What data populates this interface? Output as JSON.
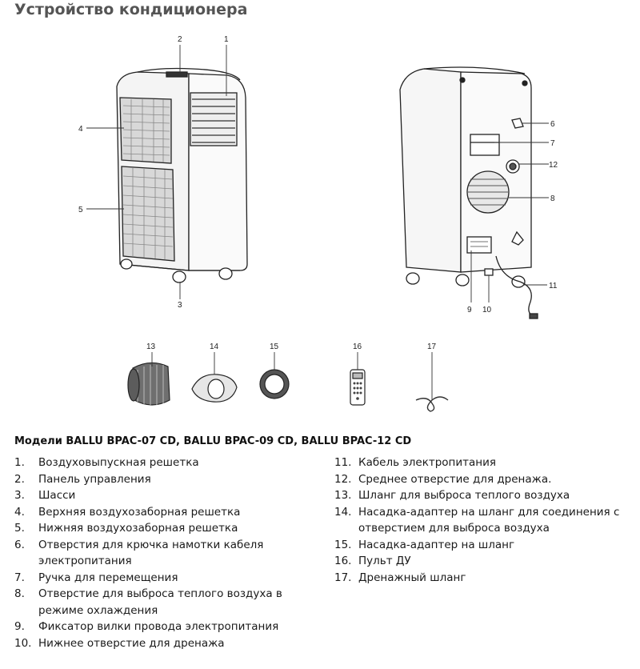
{
  "title": "Устройство кондиционера",
  "callouts": {
    "c1": "1",
    "c2": "2",
    "c3": "3",
    "c4": "4",
    "c5": "5",
    "c6": "6",
    "c7": "7",
    "c8": "8",
    "c9": "9",
    "c10": "10",
    "c11": "11",
    "c12": "12",
    "c13": "13",
    "c14": "14",
    "c15": "15",
    "c16": "16",
    "c17": "17"
  },
  "models_heading": "Модели BALLU BPAC-07 CD, BALLU BPAC-09 CD, BALLU BPAC-12 CD",
  "parts_left": [
    {
      "num": "1.",
      "text": "Воздуховыпускная решетка"
    },
    {
      "num": "2.",
      "text": "Панель управления"
    },
    {
      "num": "3.",
      "text": "Шасси"
    },
    {
      "num": "4.",
      "text": "Верхняя воздухозаборная решетка"
    },
    {
      "num": "5.",
      "text": "Нижняя воздухозаборная решетка"
    },
    {
      "num": "6.",
      "text": "Отверстия для крючка намотки кабеля электропитания"
    },
    {
      "num": "7.",
      "text": "Ручка для перемещения"
    },
    {
      "num": "8.",
      "text": "Отверстие для выброса теплого воздуха в режиме охлаждения"
    },
    {
      "num": "9.",
      "text": "Фиксатор вилки провода электропитания"
    },
    {
      "num": "10.",
      "text": "Нижнее отверстие для дренажа"
    }
  ],
  "parts_right": [
    {
      "num": "11.",
      "text": "Кабель электропитания"
    },
    {
      "num": "12.",
      "text": "Среднее отверстие для дренажа."
    },
    {
      "num": "13.",
      "text": "Шланг для выброса теплого воздуха"
    },
    {
      "num": "14.",
      "text": "Насадка-адаптер на шланг для соединения с отверстием для выброса воздуха"
    },
    {
      "num": "15.",
      "text": "Насадка-адаптер на шланг"
    },
    {
      "num": "16.",
      "text": "Пульт ДУ"
    },
    {
      "num": "17.",
      "text": "Дренажный шланг"
    }
  ]
}
